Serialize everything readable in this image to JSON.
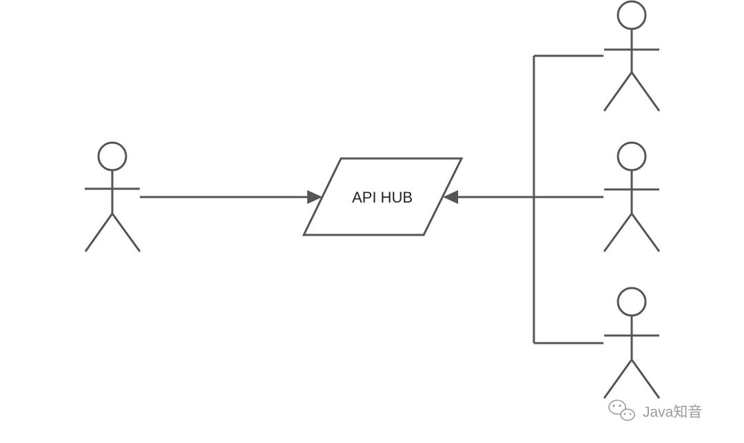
{
  "diagram": {
    "hub_label": "API HUB",
    "consumer_count": 1,
    "provider_count": 3
  },
  "watermark": {
    "text": "Java知音",
    "icon": "wechat-icon"
  },
  "colors": {
    "line": "#555555",
    "background": "#ffffff",
    "watermark": "#9a9a9a"
  }
}
